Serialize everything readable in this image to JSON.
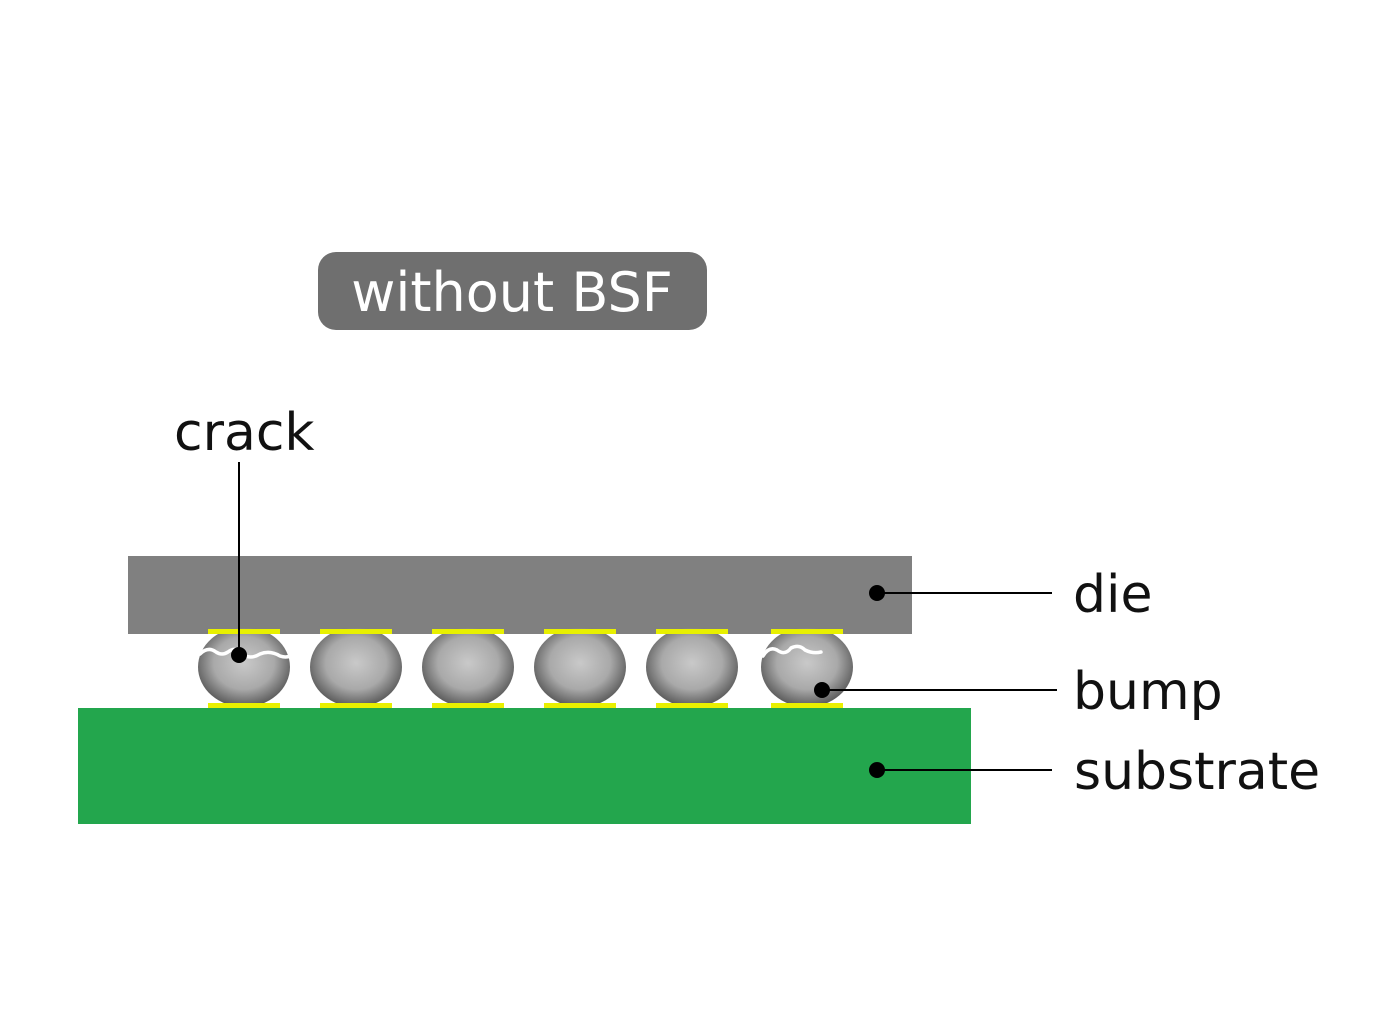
{
  "badge": {
    "label": "without BSF",
    "color": "#6f6f6f",
    "text_color": "#ffffff"
  },
  "labels": {
    "crack": "crack",
    "die": "die",
    "bump": "bump",
    "substrate": "substrate"
  },
  "colors": {
    "die": "#808080",
    "substrate": "#23a64d",
    "bump_pad": "#e8f000",
    "crack": "#ffffff",
    "leader": "#000000"
  },
  "bumps": {
    "count": 6,
    "cracked": [
      1,
      6
    ]
  }
}
